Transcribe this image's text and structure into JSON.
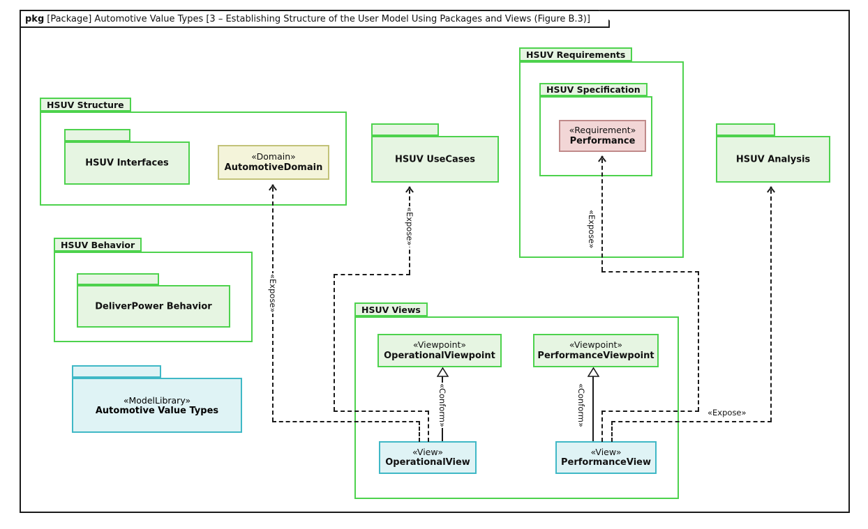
{
  "frame": {
    "keyword": "pkg",
    "title": "[Package] Automotive Value Types [3 – Establishing Structure of the User Model Using Packages and Views (Figure B.3)]"
  },
  "colors": {
    "package_border": "#4dd24d",
    "package_fill": "#e6f5e2",
    "domain_border": "#c2c278",
    "domain_fill": "#f4f4da",
    "requirement_border": "#c08a8a",
    "requirement_fill": "#f2d6d6",
    "view_border": "#3fb8c6",
    "view_fill": "#dff3f5",
    "connector": "#1a1a1a",
    "frame_border": "#1a1a1a"
  },
  "packages": {
    "hsuv_structure": {
      "label": "HSUV Structure"
    },
    "hsuv_interfaces": {
      "label": "HSUV Interfaces"
    },
    "hsuv_behavior": {
      "label": "HSUV Behavior"
    },
    "deliverpower_behavior": {
      "label": "DeliverPower Behavior"
    },
    "hsuv_usecases": {
      "label": "HSUV UseCases"
    },
    "hsuv_requirements": {
      "label": "HSUV Requirements"
    },
    "hsuv_specification": {
      "label": "HSUV Specification"
    },
    "hsuv_analysis": {
      "label": "HSUV Analysis"
    },
    "hsuv_views": {
      "label": "HSUV Views"
    },
    "automotive_value_types": {
      "stereotype": "«ModelLibrary»",
      "label": "Automotive Value Types"
    }
  },
  "elements": {
    "automotive_domain": {
      "stereotype": "«Domain»",
      "name": "AutomotiveDomain"
    },
    "performance_requirement": {
      "stereotype": "«Requirement»",
      "name": "Performance"
    },
    "operational_viewpoint": {
      "stereotype": "«Viewpoint»",
      "name": "OperationalViewpoint"
    },
    "performance_viewpoint": {
      "stereotype": "«Viewpoint»",
      "name": "PerformanceViewpoint"
    },
    "operational_view": {
      "stereotype": "«View»",
      "name": "OperationalView"
    },
    "performance_view": {
      "stereotype": "«View»",
      "name": "PerformanceView"
    }
  },
  "connectors": [
    {
      "id": "expose-domain",
      "label": "«Expose»",
      "from": "operational-view",
      "to": "automotive-domain",
      "style": "dashed"
    },
    {
      "id": "expose-usecases",
      "label": "«Expose»",
      "from": "operational-view",
      "to": "hsuv-usecases",
      "style": "dashed"
    },
    {
      "id": "expose-requirement",
      "label": "«Expose»",
      "from": "performance-view",
      "to": "performance-requirement",
      "style": "dashed"
    },
    {
      "id": "expose-analysis",
      "label": "«Expose»",
      "from": "performance-view",
      "to": "hsuv-analysis",
      "style": "dashed"
    },
    {
      "id": "conform-operational",
      "label": "«Conform»",
      "from": "operational-view",
      "to": "operational-viewpoint",
      "style": "solid"
    },
    {
      "id": "conform-performance",
      "label": "«Conform»",
      "from": "performance-view",
      "to": "performance-viewpoint",
      "style": "solid"
    }
  ],
  "edge_labels": {
    "expose": "«Expose»",
    "conform": "«Conform»"
  }
}
